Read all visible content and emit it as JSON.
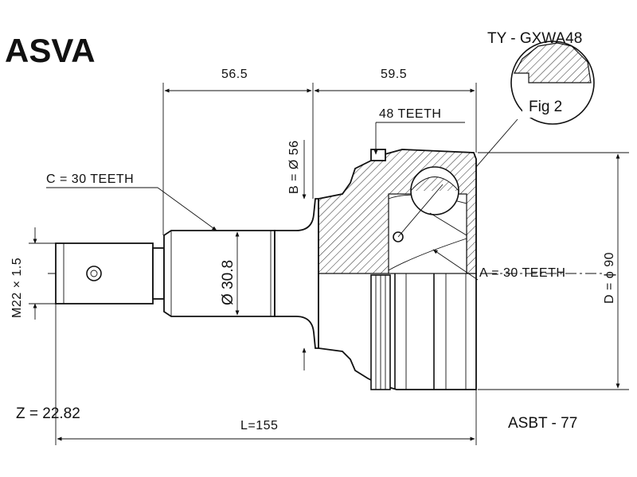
{
  "brand": "ASVA",
  "part_code": "TY - GXWA48",
  "fig_label": "Fig 2",
  "dimensions": {
    "len_left": "56.5",
    "len_right": "59.5",
    "teeth_48": "48 TEETH",
    "dia_b": "B = Ø 56",
    "teeth_c": "C = 30 TEETH",
    "thread": "M22 × 1.5",
    "dia_shaft": "Ø 30.8",
    "teeth_a": "A = 30 TEETH",
    "dia_d": "D = ϕ 90",
    "z_value": "Z = 22.82",
    "length": "L=155",
    "ref_code": "ASBT - 77"
  }
}
